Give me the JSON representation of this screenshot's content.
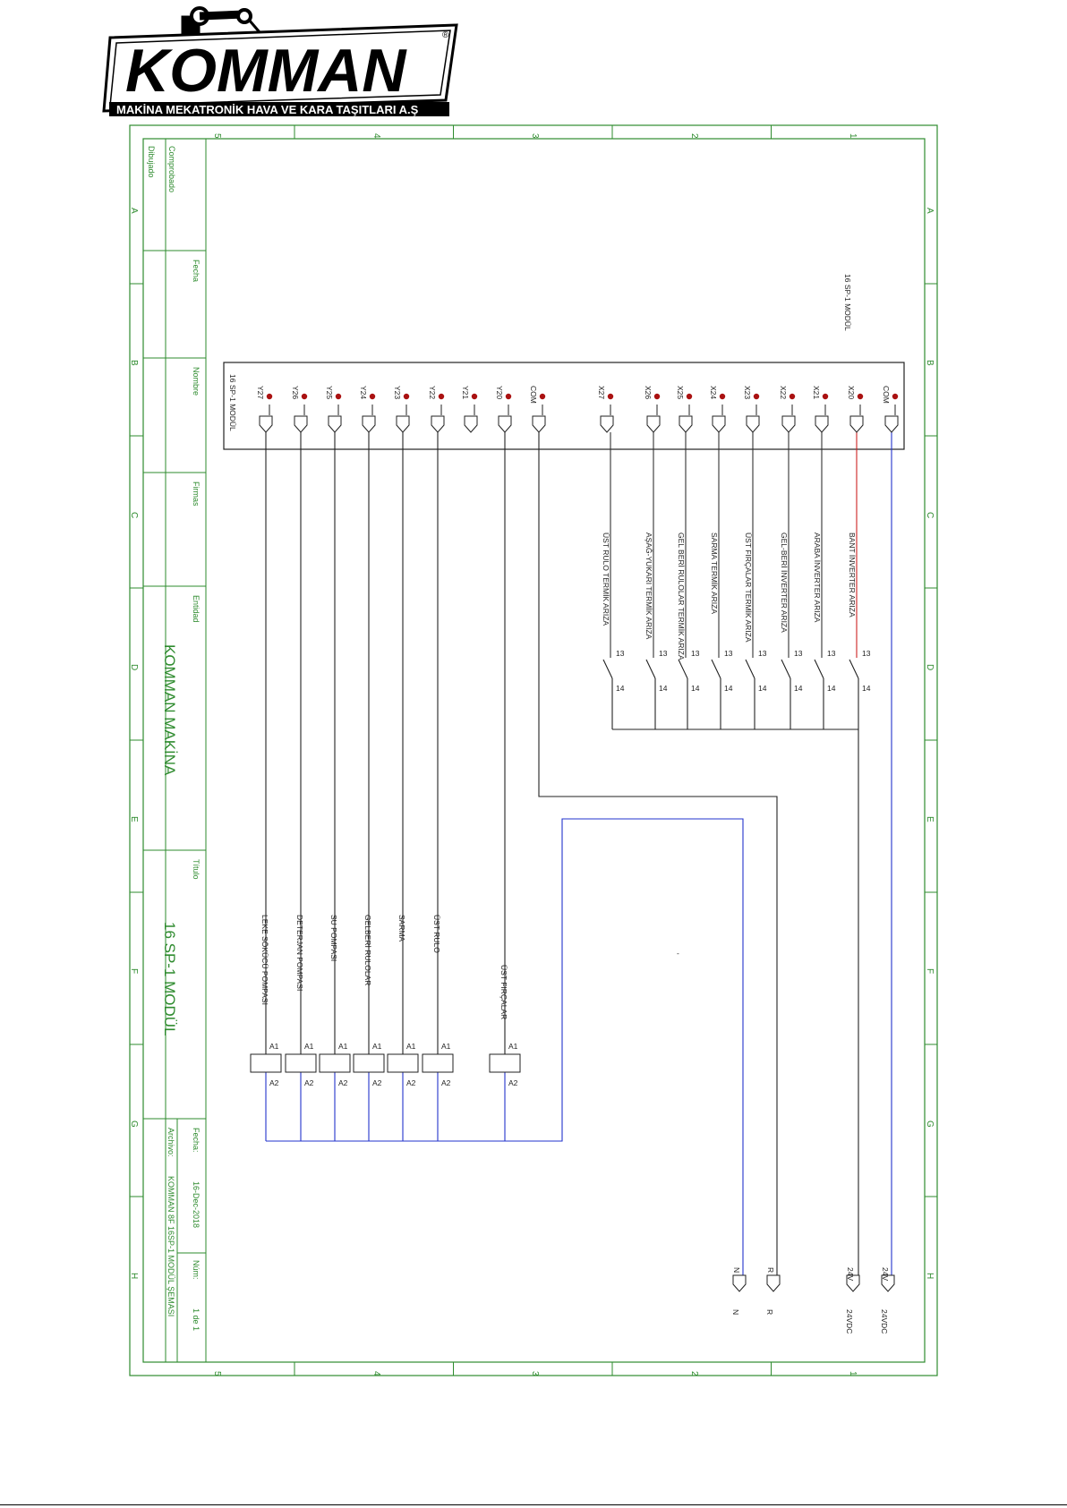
{
  "logo": {
    "brand": "KOMMAN",
    "registered": "®",
    "tagline": "MAKİNA MEKATRONİK HAVA VE KARA TAŞITLARI A.Ş"
  },
  "frame": {
    "columns": [
      "5",
      "4",
      "3",
      "2",
      "1"
    ],
    "rows": [
      "A",
      "B",
      "C",
      "D",
      "E",
      "F",
      "G",
      "H"
    ]
  },
  "title_block": {
    "dibujado": "Dibujado",
    "comprobado": "Comprobado",
    "fecha": "Fecha",
    "nombre": "Nombre",
    "firmas": "Firmas",
    "entidad": "Entidad",
    "entidad_value": "KOMMAN MAKİNA",
    "titulo": "Título",
    "titulo_value": "16 SP-1 MODÜL",
    "fecha_label": "Fecha:",
    "fecha_value": "16-Dec-2018",
    "num_label": "Núm:",
    "num_value": "1 de 1",
    "archivo_label": "Archivo:",
    "archivo_value": "KOMMAN 8F 16SP-1 MODÜL ŞEMASI"
  },
  "module": {
    "title": "16 SP-1 MODÜL",
    "title_top": "16 SP-1 MODÜL",
    "outputs": [
      "Y27",
      "Y26",
      "Y25",
      "Y24",
      "Y23",
      "Y22",
      "Y21",
      "Y20",
      "COM"
    ],
    "inputs": [
      "X27",
      "X26",
      "X25",
      "X24",
      "X23",
      "X22",
      "X21",
      "X20",
      "COM"
    ]
  },
  "input_labels": [
    "ÜST RULO TERMİK ARIZA",
    "AŞAĞ-YUKARI TERMİK ARIZA",
    "GEL BERİ RULOLAR TERMİK ARIZA",
    "SARMA TERMİK ARIZA",
    "ÜST FIRÇALAR TERMİK ARIZA",
    "GEL-BERİ İNVERTER ARIZA",
    "ARABA İNVERTER ARIZA",
    "BANT İNVERTER ARIZA"
  ],
  "contact_labels": {
    "top": "13",
    "bottom": "14"
  },
  "relay_labels": [
    "LEKE SÖKÜCÜ POMPASI",
    "DETERJAN POMPASI",
    "SU POMPASI",
    "GELBERİ RULOLAR",
    "SARMA",
    "ÜST RULO",
    "ÜST FIRÇALAR"
  ],
  "coil_labels": {
    "top": "A1",
    "bottom": "A2"
  },
  "terminals": [
    {
      "tag": "N",
      "name": "N"
    },
    {
      "tag": "R",
      "name": "R"
    },
    {
      "tag": "24V",
      "name": "24VDC"
    },
    {
      "tag": "24V",
      "name": "24VDC"
    }
  ],
  "colors": {
    "frame": "#2e8b2e",
    "wire": "#333333",
    "blue": "#2233cc",
    "red": "#cc2222",
    "pin": "#aa1111"
  }
}
